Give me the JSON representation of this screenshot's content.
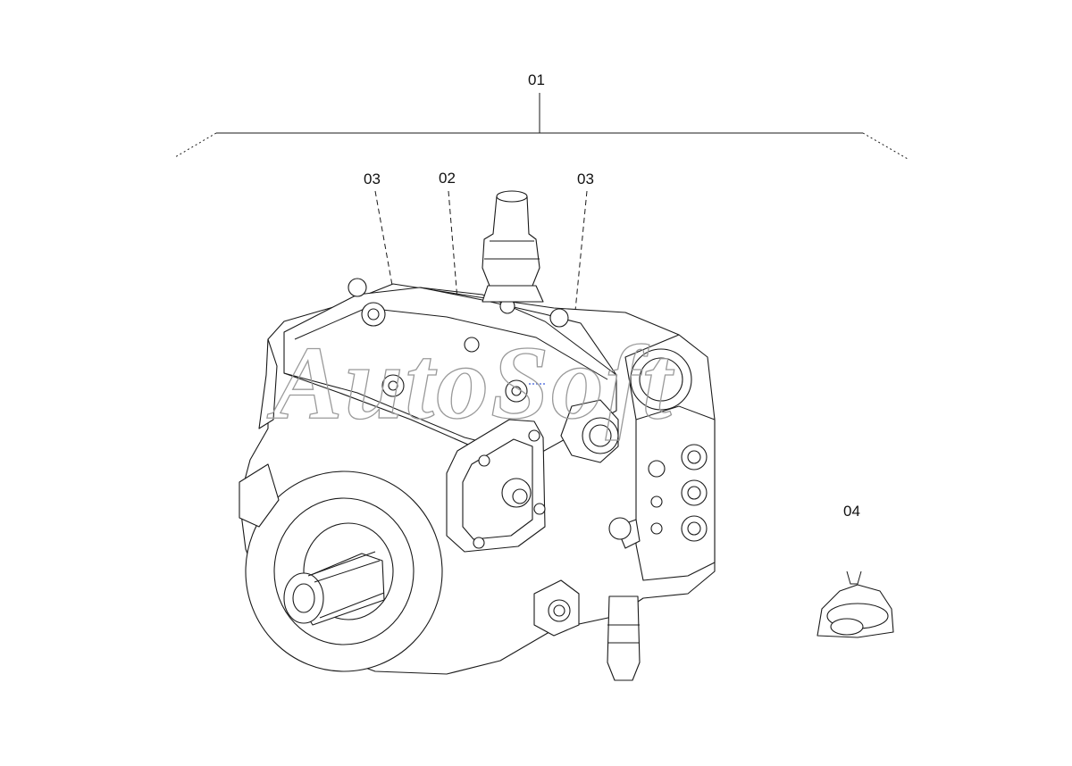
{
  "diagram": {
    "callouts": [
      {
        "id": "01",
        "label": "01"
      },
      {
        "id": "03a",
        "label": "03"
      },
      {
        "id": "02",
        "label": "02"
      },
      {
        "id": "03b",
        "label": "03"
      },
      {
        "id": "04",
        "label": "04"
      }
    ],
    "watermark": "AutoSoft",
    "colors": {
      "line": "#1a1a1a",
      "watermark": "#9a9a9a",
      "accent_mark": "#3a5bd9",
      "background": "#ffffff"
    }
  }
}
